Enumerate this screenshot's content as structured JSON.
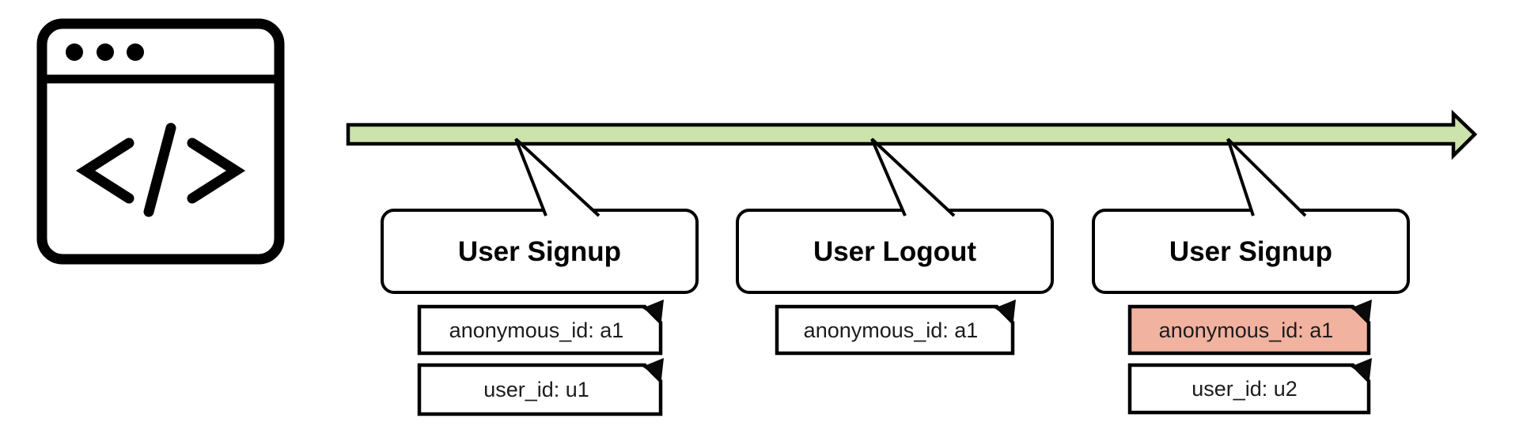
{
  "icons": {
    "app_icon": "browser-window-code-icon",
    "code_glyph": "</>"
  },
  "timeline": {
    "shape": "right-arrow",
    "color": "#cce3ab"
  },
  "colors": {
    "note_default": "#ffffff",
    "note_highlight": "#f2b2a0",
    "stroke": "#000000"
  },
  "events": [
    {
      "title": "User Signup",
      "properties": [
        {
          "label": "anonymous_id: a1",
          "fill": "#ffffff",
          "highlighted": false
        },
        {
          "label": "user_id: u1",
          "fill": "#ffffff",
          "highlighted": false
        }
      ]
    },
    {
      "title": "User Logout",
      "properties": [
        {
          "label": "anonymous_id: a1",
          "fill": "#ffffff",
          "highlighted": false
        }
      ]
    },
    {
      "title": "User Signup",
      "properties": [
        {
          "label": "anonymous_id: a1",
          "fill": "#f2b2a0",
          "highlighted": true
        },
        {
          "label": "user_id: u2",
          "fill": "#ffffff",
          "highlighted": false
        }
      ]
    }
  ]
}
